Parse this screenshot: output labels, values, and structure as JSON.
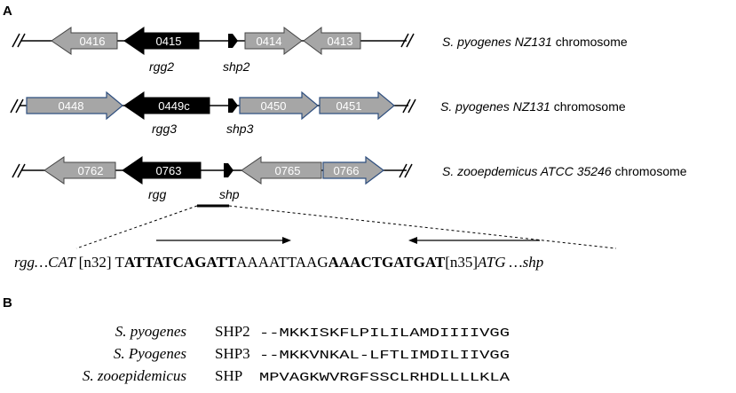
{
  "panel_a_label": "A",
  "panel_b_label": "B",
  "rows": [
    {
      "chromosome_species": "S. pyogenes NZ131",
      "chromosome_word": "chromosome",
      "genes": [
        {
          "id": "0416",
          "fill": "#a6a6a6",
          "stroke": "#444444"
        },
        {
          "id": "0415",
          "fill": "#000000",
          "stroke": "#000000"
        },
        {
          "id": "0414",
          "fill": "#a6a6a6",
          "stroke": "#444444"
        },
        {
          "id": "0413",
          "fill": "#a6a6a6",
          "stroke": "#444444"
        }
      ],
      "labels": [
        "rgg2",
        "shp2"
      ]
    },
    {
      "chromosome_species": "S. pyogenes NZ131",
      "chromosome_word": "chromosome",
      "genes": [
        {
          "id": "0448",
          "fill": "#a6a6a6",
          "stroke": "#2f4f7f"
        },
        {
          "id": "0449c",
          "fill": "#000000",
          "stroke": "#000000"
        },
        {
          "id": "0450",
          "fill": "#a6a6a6",
          "stroke": "#2f4f7f"
        },
        {
          "id": "0451",
          "fill": "#a6a6a6",
          "stroke": "#2f4f7f"
        }
      ],
      "labels": [
        "rgg3",
        "shp3"
      ]
    },
    {
      "chromosome_species": "S. zooepdemicus ATCC 35246",
      "chromosome_word": "chromosome",
      "genes": [
        {
          "id": "0762",
          "fill": "#a6a6a6",
          "stroke": "#444444"
        },
        {
          "id": "0763",
          "fill": "#000000",
          "stroke": "#000000"
        },
        {
          "id": "0765",
          "fill": "#a6a6a6",
          "stroke": "#444444"
        },
        {
          "id": "0766",
          "fill": "#a6a6a6",
          "stroke": "#2f4f7f"
        }
      ],
      "labels": [
        "rgg",
        "shp"
      ]
    }
  ],
  "sequence": {
    "rgg_prefix": "rgg…CAT",
    "n32": "[n32]",
    "t": "T",
    "motif1": "ATTATCAGATT",
    "spacer": "AAAATTAAG",
    "motif2": "AAACTGATGAT",
    "n35": "[n35]",
    "atg": "ATG",
    "shp_suffix": "…shp"
  },
  "alignment": [
    {
      "species": "S. pyogenes",
      "peptide": "SHP2",
      "seq": "--MKKISKFLPILILAMDIIIIVGG"
    },
    {
      "species": "S. Pyogenes",
      "peptide": "SHP3",
      "seq": "--MKKVNKAL-LFTLIMDILIIVGG"
    },
    {
      "species": "S. zooepidemicus",
      "peptide": "SHP",
      "seq": "MPVAGKWVRGFSSCLRHDLLLLKLA"
    }
  ]
}
